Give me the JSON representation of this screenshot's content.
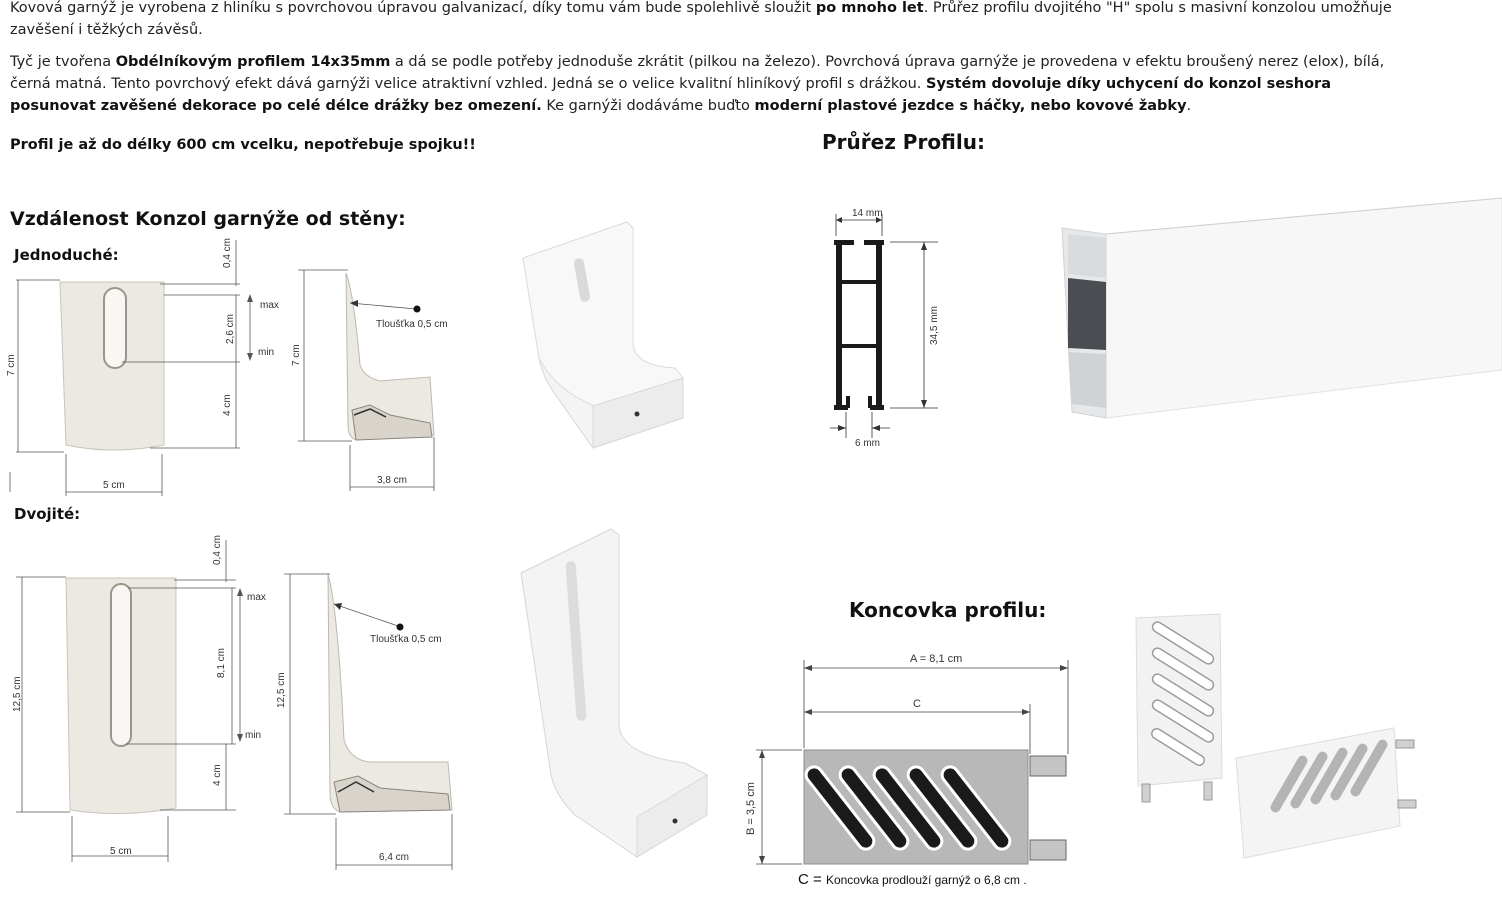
{
  "intro": {
    "p1_a": "Kovová garnýž je vyrobena z hliníku s povrchovou úpravou galvanizací, díky tomu vám bude spolehlivě sloužit ",
    "p1_b": "po mnoho let",
    "p1_c": ". Průřez profilu dvojitého \"H\" spolu s masivní konzolou umožňuje zavěšení i těžkých závěsů.",
    "p2_a": " Tyč je tvořena ",
    "p2_b": "Obdélníkovým profilem 14x35mm",
    "p2_c": " a dá se podle potřeby jednoduše zkrátit (pilkou na železo). Povrchová úprava garnýže je provedena v efektu broušený nerez (elox), bílá, černá matná. Tento povrchový efekt dává garnýži velice atraktivní vzhled. Jedná se o velice kvalitní hliníkový profil s drážkou. ",
    "p2_d": "Systém dovoluje díky uchycení do konzol seshora posunovat zavěšené dekorace po celé délce drážky bez omezení.",
    "p2_e": " Ke garnýži dodáváme buďto ",
    "p2_f": "moderní plastové jezdce s háčky, nebo kovové žabky",
    "p2_g": ".",
    "p3": "Profil je až do délky 600 cm vcelku, nepotřebuje spojku!!"
  },
  "headings": {
    "distance": "Vzdálenost Konzol garnýže od stěny:",
    "profile": "Průřez Profilu:",
    "endcap": "Koncovka profilu:",
    "single": "Jednoduché:",
    "double": "Dvojité:"
  },
  "single": {
    "top_gap": "0,4 cm",
    "height": "7 cm",
    "slot": "2,6 cm",
    "max": "max",
    "min": "min",
    "bottom": "4 cm",
    "width": "5 cm",
    "side_height": "7 cm",
    "thickness": "Tloušťka 0,5 cm",
    "depth": "3,8 cm"
  },
  "double": {
    "top_gap": "0,4 cm",
    "height": "12,5 cm",
    "slot": "8,1 cm",
    "max": "max",
    "min": "min",
    "bottom": "4 cm",
    "width": "5 cm",
    "side_height": "12,5 cm",
    "thickness": "Tloušťka 0,5 cm",
    "depth": "6,4 cm"
  },
  "profile": {
    "width": "14 mm",
    "height": "34,5 mm",
    "slot": "6 mm"
  },
  "endcap": {
    "a": "A = 8,1 cm",
    "c": "C",
    "b": "B = 3,5 cm",
    "note_c": "C =",
    "note": "Koncovka prodlouží garnýž o 6,8 cm ."
  },
  "colors": {
    "bracket_fill": "#ece9e2",
    "white_part": "#f4f4f4",
    "grey_plate": "#b8b8b8"
  }
}
